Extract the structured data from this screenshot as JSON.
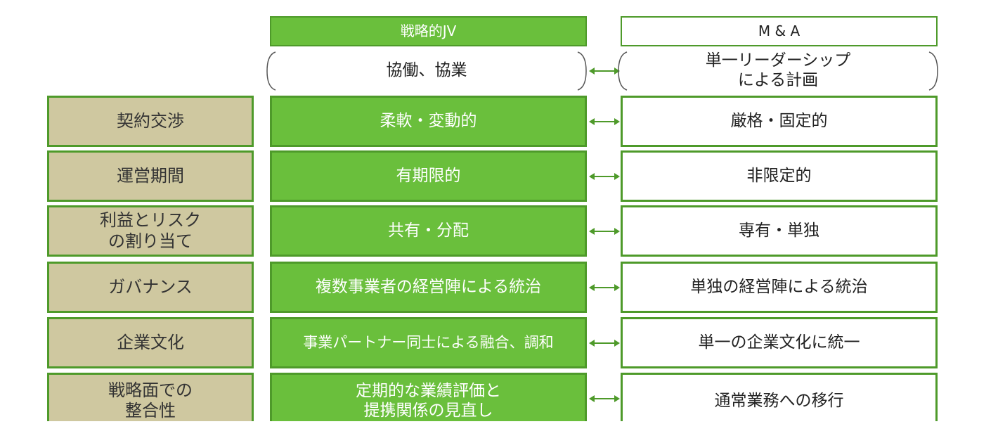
{
  "header": {
    "jv_label": "戦略的JV",
    "ma_label": "M & A"
  },
  "concept": {
    "jv_text": "協働、協業",
    "ma_text": "単一リーダーシップ\nによる計画"
  },
  "rows": [
    {
      "label": "契約交渉",
      "jv": "柔軟・変動的",
      "ma": "厳格・固定的"
    },
    {
      "label": "運営期間",
      "jv": "有期限的",
      "ma": "非限定的"
    },
    {
      "label": "利益とリスク\nの割り当て",
      "jv": "共有・分配",
      "ma": "専有・単独"
    },
    {
      "label": "ガバナンス",
      "jv": "複数事業者の経営陣による統治",
      "ma": "単独の経営陣による統治"
    },
    {
      "label": "企業文化",
      "jv": "事業パートナー同士による融合、調和",
      "ma": "単一の企業文化に統一"
    },
    {
      "label": "戦略面での\n整合性",
      "jv": "定期的な業績評価と\n提携関係の見直し",
      "ma": "通常業務への移行"
    }
  ],
  "colors": {
    "green": "#6abf3c",
    "green_border": "#4e9a2a",
    "label_bg": "#cfc8a0"
  }
}
